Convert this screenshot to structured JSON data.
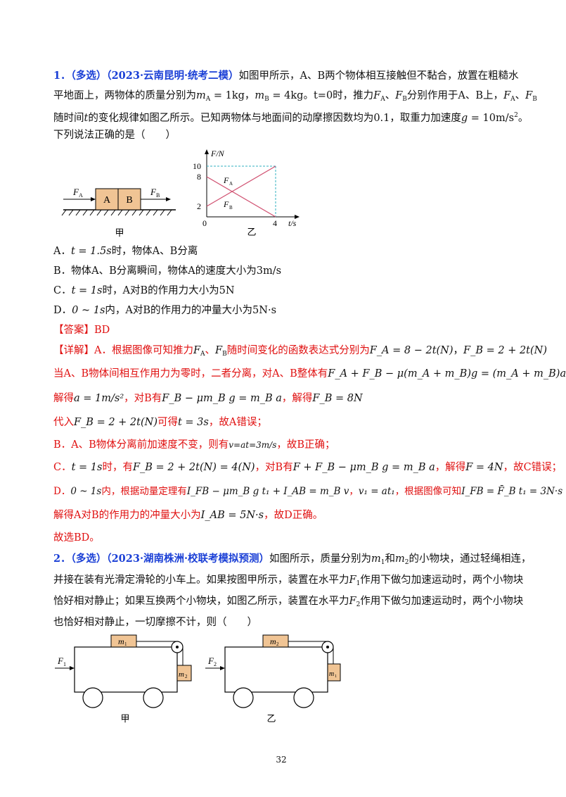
{
  "q1": {
    "num": "1．",
    "tag": "（多选）（2023·云南昆明·统考二模）",
    "l1_text": "如图甲所示，A、B两个物体相互接触但不黏合，放置在粗糙水",
    "l2a": "平地面上，两物体的质量分别为",
    "mA": "m",
    "mA_sub": "A",
    "mA_val": " = 1kg，",
    "mB": "m",
    "mB_sub": "B",
    "mB_val": " = 4kg",
    "l2b": "。t=0时，推力",
    "FA": "F",
    "FA_sub": "A",
    "l2c": "、",
    "FB": "F",
    "FB_sub": "B",
    "l2d": "分别作用于A、B上，",
    "l2e": "、",
    "l3a": "随时间",
    "t": "t",
    "l3b": "的变化规律如图乙所示。已知两物体与地面间的动摩擦因数均为0.1，取重力加速度",
    "g": "g",
    "g_val": " = 10m/s",
    "g_sup": "2",
    "l3c": "。",
    "l4": "下列说法正确的是（　　）",
    "fig_jia": {
      "FA": "F",
      "FA_sub": "A",
      "A": "A",
      "B": "B",
      "FB": "F",
      "FB_sub": "B",
      "label": "甲"
    },
    "fig_yi": {
      "ylabel": "F/N",
      "xlabel": "t/s",
      "label": "乙",
      "y10": "10",
      "y8": "8",
      "y2": "2",
      "x0": "0",
      "x4": "4",
      "FA": "F",
      "FA_sub": "A",
      "FB": "F",
      "FB_sub": "B"
    },
    "optA": "A．",
    "optA_math": "t = 1.5s",
    "optA_text": "时，物体A、B分离",
    "optB": "B．物体A、B分离瞬间，物体A的速度大小为3m/s",
    "optC": "C．",
    "optC_math": "t = 1s",
    "optC_text": "时，A对B的作用力大小为5N",
    "optD": "D．",
    "optD_math": "0 ~ 1s",
    "optD_text": "内，A对B的作用力的冲量大小为",
    "optD_val": "5N·s",
    "answer": "【答案】BD",
    "d1a": "【详解】A．根据图像可知推力",
    "d1b": "、",
    "d1c": "随时间变化的函数表达式分别为",
    "d1_eq1": "F_A = 8 − 2t(N)",
    "d1_eq2": "F_B = 2 + 2t(N)",
    "d2a": "当A、B物体间相互作用力为零时，二者分离，对A、B整体有",
    "d2_eq": "F_A + F_B − μ(m_A + m_B)g = (m_A + m_B)a",
    "d3a": "解得",
    "d3_eq1": "a = 1m/s²",
    "d3b": "，对B有",
    "d3_eq2": "F_B − μm_B g = m_B a",
    "d3c": "，解得",
    "d3_eq3": "F_B = 8N",
    "d4a": "代入",
    "d4_eq1": "F_B = 2 + 2t(N)",
    "d4b": "可得",
    "d4_eq2": "t = 3s",
    "d4c": "，故A错误；",
    "d5a": "B．A、B物体分离前加速度不变，则有",
    "d5_eq": "v=at=3m/s",
    "d5b": "，故B正确；",
    "d6a": "C．",
    "d6_eq1": "t = 1s",
    "d6b": "时，有",
    "d6_eq2": "F_B = 2 + 2t(N) = 4(N)",
    "d6c": "，对B有",
    "d6_eq3": "F + F_B − μm_B g = m_B a",
    "d6d": "，解得",
    "d6_eq4": "F = 4N",
    "d6e": "，故C错误；",
    "d7a": "D．",
    "d7_eq1": "0 ~ 1s",
    "d7b": "内，根据动量定理有",
    "d7_eq2": "I_FB − μm_B g t₁ + I_AB = m_B v",
    "d7c": "，",
    "d7_eq3": "v₁ = at₁",
    "d7d": "，根据图像可知",
    "d7_eq4": "I_FB = F̄_B t₁ = 3N·s",
    "d8a": "解得A对B的作用力的冲量大小为",
    "d8_eq": "I_AB = 5N·s",
    "d8b": "，故D正确。",
    "d9": "故选BD。"
  },
  "q2": {
    "num": "2．",
    "tag": "（多选）（2023·湖南株洲·校联考模拟预测）",
    "l1a": "如图所示，质量分别为",
    "m1": "m",
    "m1_sub": "1",
    "l1b": "和",
    "m2": "m",
    "m2_sub": "2",
    "l1c": "的小物块，通过轻绳相连，",
    "l2": "并接在装有光滑定滑轮的小车上。如果按图甲所示，装置在水平力",
    "F1": "F",
    "F1_sub": "1",
    "l2b": "作用下做匀加速运动时，两个小物块",
    "l3a": "恰好相对静止；如果互换两个小物块，如图乙所示，装置在水平力",
    "F2": "F",
    "F2_sub": "2",
    "l3b": "作用下做匀加速运动时，两个小物块",
    "l4": "也恰好相对静止，一切摩擦不计，则（　　）",
    "fig_jia": {
      "F": "F",
      "F_sub": "1",
      "top": "m",
      "top_sub": "1",
      "side": "m",
      "side_sub": "2",
      "label": "甲"
    },
    "fig_yi": {
      "F": "F",
      "F_sub": "2",
      "top": "m",
      "top_sub": "2",
      "side": "m",
      "side_sub": "1",
      "label": "乙"
    }
  },
  "page_number": "32",
  "colors": {
    "blue": "#1a3fd6",
    "red": "#e01010",
    "block": "#f0c494",
    "line_red": "#d05070",
    "dash": "#30b0c0"
  }
}
